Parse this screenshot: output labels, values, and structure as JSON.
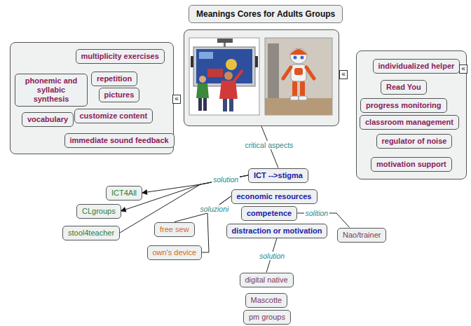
{
  "diagram": {
    "title": "Meanings Cores for Adults Groups",
    "nodes": [
      {
        "text": []
      },
      {
        "text": [
          "multiplicity exercises"
        ],
        "in": 0
      },
      {
        "text": [
          "repetition"
        ],
        "in": 0
      },
      {
        "text": [
          "phonemic and syllabic synthesis"
        ],
        "in": 0
      },
      {
        "text": [
          "pictures"
        ],
        "in": 0
      },
      {
        "text": [
          "customize content"
        ],
        "in": 0
      },
      {
        "text": [
          "vocabulary"
        ],
        "in": 0
      },
      {
        "text": [
          "immediate sound feedback"
        ],
        "in": 0
      },
      {
        "text": []
      },
      {
        "text": []
      },
      {
        "text": [
          "individualized helper"
        ],
        "in": 9
      },
      {
        "text": [
          "Read You"
        ],
        "in": 9
      },
      {
        "text": [
          "progress monitoring"
        ],
        "in": 9
      },
      {
        "text": [
          "classroom management"
        ],
        "in": 9
      },
      {
        "text": [
          "regulator of noise"
        ],
        "in": 9
      },
      {
        "text": [
          "motivation support"
        ],
        "in": 9
      },
      {
        "text": [
          "ICT -->stigma"
        ]
      },
      {
        "text": [
          "ICT4All"
        ]
      },
      {
        "text": [
          "economic resources"
        ]
      },
      {
        "text": [
          "CLgroups"
        ]
      },
      {
        "text": [
          "competence"
        ]
      },
      {
        "text": [
          "free sew"
        ]
      },
      {
        "text": [
          "stool4teacher"
        ]
      },
      {
        "text": [
          "distraction or motivation"
        ]
      },
      {
        "text": [
          "Nao/trainer"
        ]
      },
      {
        "text": [
          "own's device"
        ]
      },
      {
        "text": [
          "digital native"
        ]
      },
      {
        "text": [
          "Mascotte"
        ]
      },
      {
        "text": [
          "pm groups"
        ]
      }
    ],
    "edges": [
      {
        "from": 8,
        "to": 16,
        "arrow": "none",
        "label": "critical aspects"
      },
      {
        "from": 16,
        "to": 17,
        "arrow": "to",
        "label": "solution"
      },
      {
        "from": 16,
        "to": 19,
        "arrow": "to"
      },
      {
        "from": 16,
        "to": 22,
        "arrow": "none"
      },
      {
        "from": 18,
        "to": 21,
        "arrow": "none",
        "label": "soluzioni"
      },
      {
        "from": 18,
        "to": 25,
        "arrow": "none"
      },
      {
        "from": 20,
        "to": 24,
        "arrow": "none",
        "label": "solition"
      },
      {
        "from": 23,
        "to": 26,
        "arrow": "none",
        "label": "solution"
      }
    ],
    "labels": [
      "«",
      "«",
      "«"
    ]
  }
}
